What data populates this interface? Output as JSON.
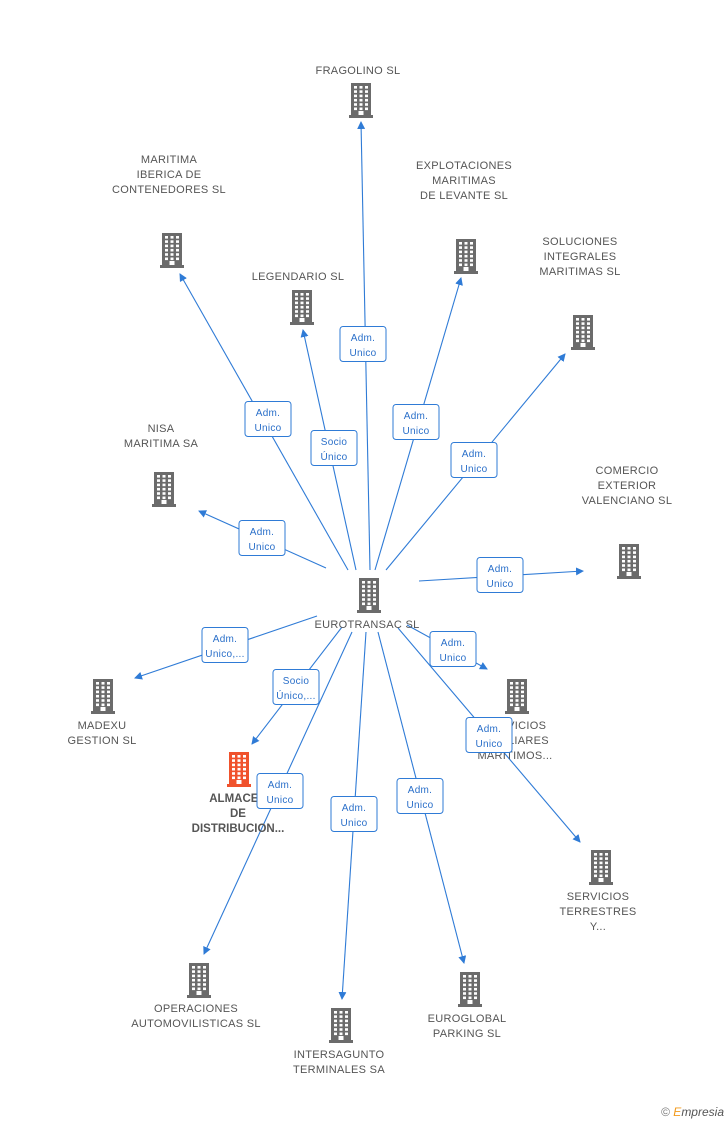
{
  "center": {
    "label": "EUROTRANSAC SL"
  },
  "nodes": [
    {
      "id": "fragolino",
      "lines": [
        "FRAGOLINO SL"
      ]
    },
    {
      "id": "maritima-iberica",
      "lines": [
        "MARITIMA",
        "IBERICA DE",
        "CONTENEDORES SL"
      ]
    },
    {
      "id": "explotaciones",
      "lines": [
        "EXPLOTACIONES",
        "MARITIMAS",
        "DE LEVANTE SL"
      ]
    },
    {
      "id": "legendario",
      "lines": [
        "LEGENDARIO SL"
      ]
    },
    {
      "id": "soluciones",
      "lines": [
        "SOLUCIONES",
        "INTEGRALES",
        "MARITIMAS SL"
      ]
    },
    {
      "id": "nisa",
      "lines": [
        "NISA",
        "MARITIMA SA"
      ]
    },
    {
      "id": "comercio",
      "lines": [
        "COMERCIO",
        "EXTERIOR",
        "VALENCIANO SL"
      ]
    },
    {
      "id": "madexu",
      "lines": [
        "MADEXU",
        "GESTION  SL"
      ]
    },
    {
      "id": "almacen",
      "lines": [
        "ALMACEN",
        "DE",
        "DISTRIBUCION..."
      ],
      "highlight": true
    },
    {
      "id": "servicios-aux",
      "lines": [
        "SERVICIOS",
        "AUXILIARES",
        "MARITIMOS..."
      ]
    },
    {
      "id": "servicios-terr",
      "lines": [
        "SERVICIOS",
        "TERRESTRES",
        "Y..."
      ]
    },
    {
      "id": "operaciones",
      "lines": [
        "OPERACIONES",
        "AUTOMOVILISTICAS SL"
      ]
    },
    {
      "id": "intersagunto",
      "lines": [
        "INTERSAGUNTO",
        "TERMINALES SA"
      ]
    },
    {
      "id": "euroglobal",
      "lines": [
        "EUROGLOBAL",
        "PARKING SL"
      ]
    }
  ],
  "edges": [
    {
      "to": "fragolino",
      "label": [
        "Adm.",
        "Unico"
      ]
    },
    {
      "to": "maritima-iberica",
      "label": [
        "Adm.",
        "Unico"
      ]
    },
    {
      "to": "legendario",
      "label": [
        "Socio",
        "Único"
      ]
    },
    {
      "to": "explotaciones",
      "label": [
        "Adm.",
        "Unico"
      ]
    },
    {
      "to": "soluciones",
      "label": [
        "Adm.",
        "Unico"
      ]
    },
    {
      "to": "nisa",
      "label": [
        "Adm.",
        "Unico"
      ]
    },
    {
      "to": "comercio",
      "label": [
        "Adm.",
        "Unico"
      ]
    },
    {
      "to": "madexu",
      "label": [
        "Adm.",
        "Unico,..."
      ]
    },
    {
      "to": "almacen",
      "label": [
        "Socio",
        "Único,..."
      ]
    },
    {
      "to": "servicios-aux",
      "label": [
        "Adm.",
        "Unico"
      ]
    },
    {
      "to": "servicios-terr",
      "label": [
        "Adm.",
        "Unico"
      ]
    },
    {
      "to": "operaciones",
      "label": [
        "Adm.",
        "Unico"
      ]
    },
    {
      "to": "intersagunto",
      "label": [
        "Adm.",
        "Unico"
      ]
    },
    {
      "to": "euroglobal",
      "label": [
        "Adm.",
        "Unico"
      ]
    }
  ],
  "colors": {
    "node": "#6b6b6b",
    "highlight": "#f0522c",
    "edge": "#2f7bd6"
  },
  "footer": {
    "symbol": "©",
    "brand_initial": "E",
    "brand_rest": "mpresia"
  }
}
